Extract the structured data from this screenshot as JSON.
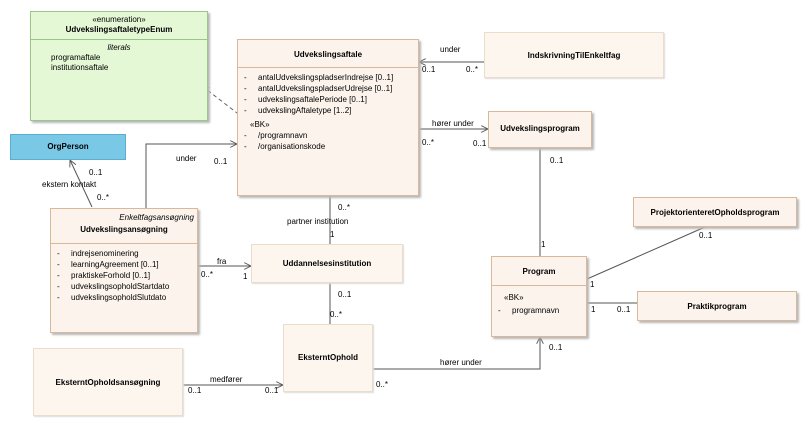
{
  "enum_class": {
    "stereotype": "«enumeration»",
    "name": "UdvekslingsaftaletypeEnum",
    "section": "literals",
    "literals": [
      "programaftale",
      "institutionsaftale"
    ]
  },
  "udvekslingsaftale": {
    "name": "Udvekslingsaftale",
    "attributes": [
      "antalUdvekslingspladserIndrejse [0..1]",
      "antalUdvekslingspladserUdrejse [0..1]",
      "udvekslingsaftalePeriode [0..1]",
      "udvekslingAftaletype [1..2]"
    ],
    "bk_stereotype": "«BK»",
    "bk_attributes": [
      "/programnavn",
      "/organisationskode"
    ]
  },
  "indskrivning": {
    "name": "IndskrivningTilEnkeltfag"
  },
  "orgperson": {
    "name": "OrgPerson"
  },
  "udvekslingsprogram": {
    "name": "Udvekslingsprogram"
  },
  "ansoegning": {
    "abstract_label": "Enkeltfagsansøgning",
    "name": "Udvekslingsansøgning",
    "attributes": [
      "indrejsenominering",
      "learningAgreement [0..1]",
      "praktiskeForhold [0..1]",
      "udvekslingsopholdStartdato",
      "udvekslingsopholdSlutdato"
    ]
  },
  "uddannelse": {
    "name": "Uddannelsesinstitution"
  },
  "projekt": {
    "name": "ProjektorienteretOpholdsprogram"
  },
  "program": {
    "name": "Program",
    "bk_stereotype": "«BK»",
    "bk_attributes": [
      "programnavn"
    ]
  },
  "praktik": {
    "name": "Praktikprogram"
  },
  "eksternt_ophold": {
    "name": "EksterntOphold"
  },
  "eksternt_ansoegning": {
    "name": "EksterntOpholdsansøgning"
  },
  "labels": {
    "under_indskr": "under",
    "mult_indskr_aftale": "0..1",
    "mult_indskr_self": "0..*",
    "hoerer_under_prog": "hører under",
    "mult_aftale_prog": "0..*",
    "mult_prog_aftale": "0..1",
    "under_ans": "under",
    "mult_ans_aftale": "0..1",
    "ekstern_kontakt": "ekstern kontakt",
    "mult_org": "0..1",
    "mult_ans_org": "0..*",
    "mult_aftale_partner": "0..*",
    "partner_institution": "partner institution",
    "mult_partner_one": "1",
    "fra": "fra",
    "mult_ans_fra": "0..*",
    "mult_fra_one": "1",
    "mult_udv_prog": "0..1",
    "mult_prog_one": "1",
    "mult_projekt": "0..1",
    "mult_prog_projekt": "1",
    "mult_prog_praktik": "1",
    "mult_praktik": "0..1",
    "mult_inst_ophold": "0..1",
    "mult_ophold_inst": "0..*",
    "medfoerer": "medfører",
    "mult_eans": "0..1",
    "mult_eophold": "0..1",
    "hoerer_under_ophold": "hører under",
    "mult_ophold_prog": "0..*",
    "mult_prog_ophold": "0..1"
  }
}
